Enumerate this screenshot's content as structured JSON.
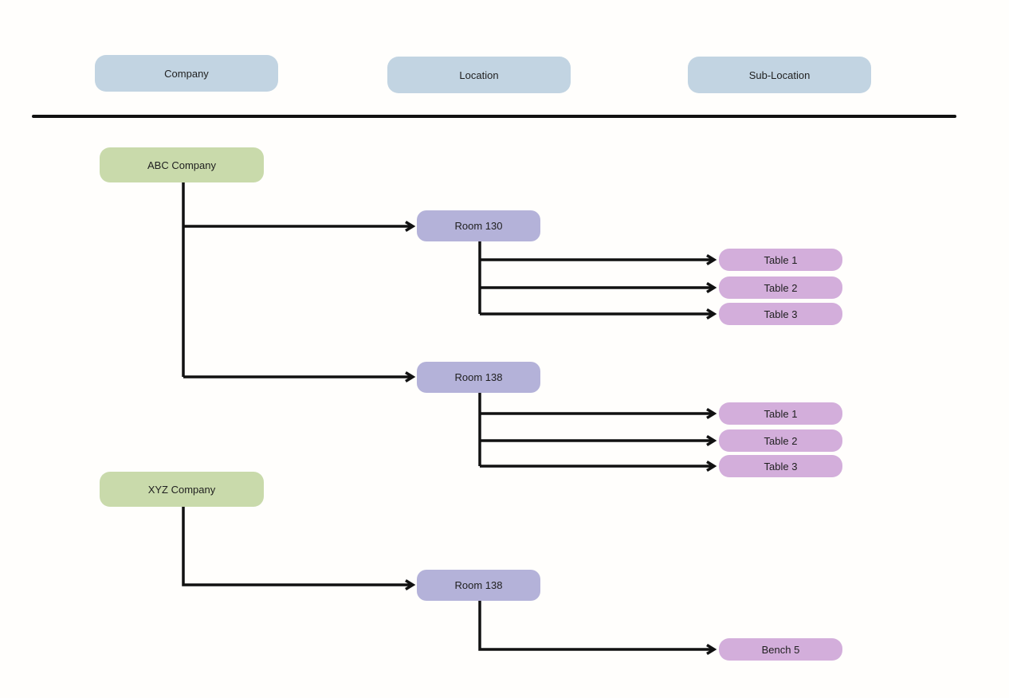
{
  "headers": [
    {
      "label": "Company"
    },
    {
      "label": "Location"
    },
    {
      "label": "Sub-Location"
    }
  ],
  "diagram": {
    "companies": [
      {
        "label": "ABC Company",
        "locations": [
          {
            "label": "Room 130",
            "sublocations": [
              {
                "label": "Table 1"
              },
              {
                "label": "Table 2"
              },
              {
                "label": "Table 3"
              }
            ]
          },
          {
            "label": "Room 138",
            "sublocations": [
              {
                "label": "Table 1"
              },
              {
                "label": "Table 2"
              },
              {
                "label": "Table 3"
              }
            ]
          }
        ]
      },
      {
        "label": "XYZ Company",
        "locations": [
          {
            "label": "Room 138",
            "sublocations": [
              {
                "label": "Bench 5"
              }
            ]
          }
        ]
      }
    ]
  },
  "colors": {
    "header-fill": "#c2d4e2",
    "company-fill": "#c9daab",
    "location-fill": "#b4b2d9",
    "sublocation-fill": "#d3aedb",
    "line-color": "#111111",
    "text-color": "#1f1f1f"
  }
}
